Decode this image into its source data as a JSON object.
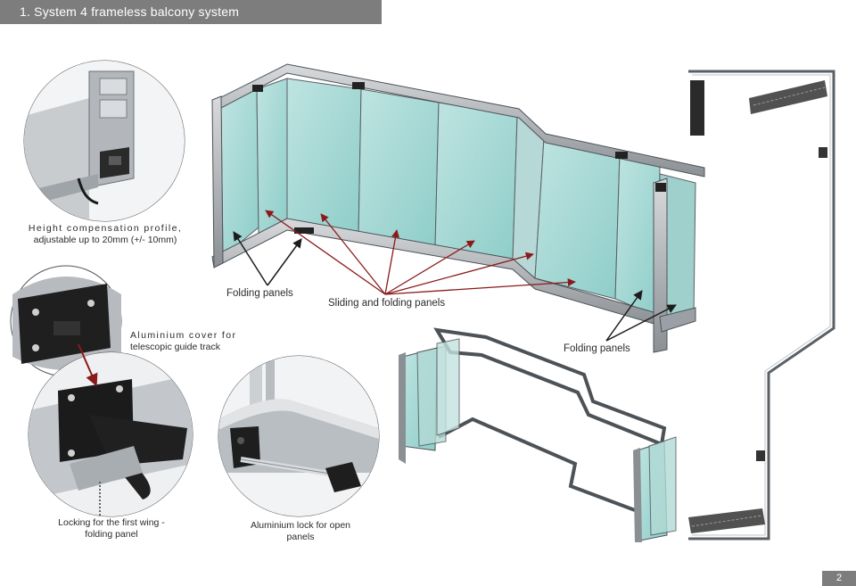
{
  "header": {
    "title": "1. System 4 frameless balcony system"
  },
  "labels": {
    "height_compensation": [
      "Height compensation profile,",
      "adjustable up to 20mm (+/- 10mm)"
    ],
    "aluminium_cover": [
      "Aluminium cover for",
      "telescopic guide track"
    ],
    "locking_first_wing": [
      "Locking for the first wing -",
      "folding panel"
    ],
    "aluminium_lock": [
      "Aluminium lock for open",
      "panels"
    ],
    "folding_panels_left": "Folding panels",
    "sliding_folding": "Sliding and folding panels",
    "folding_panels_right": "Folding panels"
  },
  "footer": {
    "page_number": "2"
  },
  "colors": {
    "header_bg": "#7d7d7d",
    "glass": "#a9d6d4",
    "frame": "#8a8f94",
    "arrow_dark": "#1c1c1c",
    "arrow_red": "#8b1a1a"
  }
}
